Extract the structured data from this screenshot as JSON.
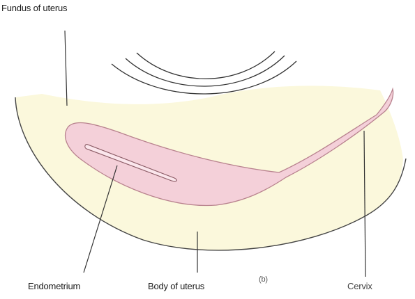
{
  "labels": {
    "fundus": "Fundus of uterus",
    "endometrium": "Endometrium",
    "body": "Body of uterus",
    "marker": "(b)",
    "cervix": "Cervix"
  },
  "colors": {
    "background": "#ffffff",
    "uterine_wall": "#fbf8dc",
    "cavity": "#f4d0d9",
    "cavity_outline": "#b8828e",
    "outline": "#444444",
    "leader_line": "#333333"
  }
}
